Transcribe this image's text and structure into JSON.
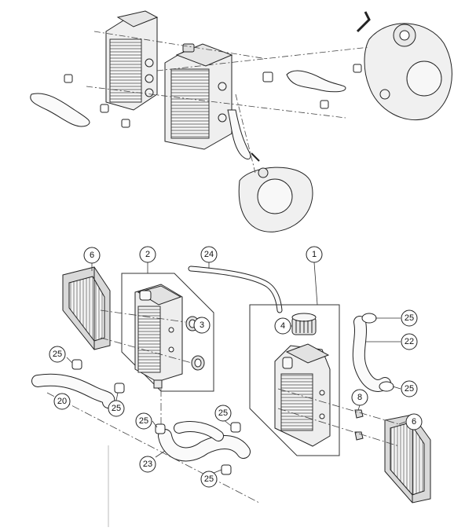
{
  "callouts": {
    "c1": "1",
    "c2": "2",
    "c3": "3",
    "c4": "4",
    "c6a": "6",
    "c6b": "6",
    "c8": "8",
    "c20": "20",
    "c22": "22",
    "c23": "23",
    "c24": "24",
    "c25a": "25",
    "c25b": "25",
    "c25c": "25",
    "c25d": "25",
    "c25e": "25",
    "c25f": "25",
    "c25g": "25"
  }
}
